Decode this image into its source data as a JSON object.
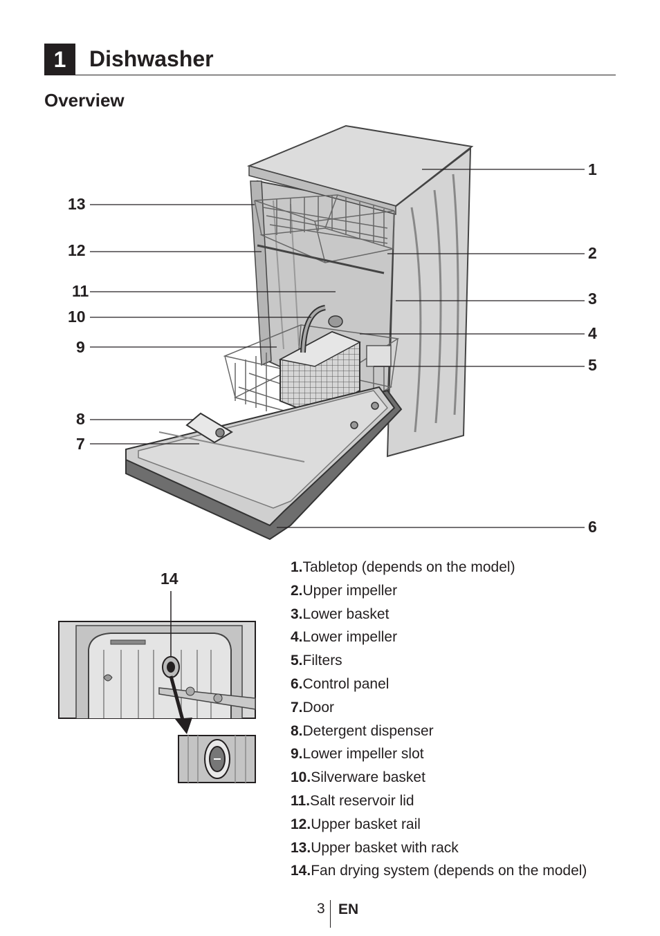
{
  "chapter": {
    "number": "1",
    "title": "Dishwasher"
  },
  "section": {
    "title": "Overview"
  },
  "callouts": [
    "1",
    "2",
    "3",
    "4",
    "5",
    "6",
    "7",
    "8",
    "9",
    "10",
    "11",
    "12",
    "13",
    "14"
  ],
  "legend": [
    {
      "num": "1.",
      "text": "Tabletop (depends on the model)"
    },
    {
      "num": "2.",
      "text": "Upper impeller"
    },
    {
      "num": "3.",
      "text": "Lower basket"
    },
    {
      "num": "4.",
      "text": "Lower impeller"
    },
    {
      "num": "5.",
      "text": "Filters"
    },
    {
      "num": "6.",
      "text": "Control panel"
    },
    {
      "num": "7.",
      "text": "Door"
    },
    {
      "num": "8.",
      "text": "Detergent dispenser"
    },
    {
      "num": "9.",
      "text": "Lower impeller slot"
    },
    {
      "num": "10.",
      "text": "Silverware basket"
    },
    {
      "num": "11.",
      "text": "Salt reservoir lid"
    },
    {
      "num": "12.",
      "text": "Upper basket rail"
    },
    {
      "num": "13.",
      "text": "Upper basket with rack"
    },
    {
      "num": "14.",
      "text": "Fan drying system (depends on the model)"
    }
  ],
  "footer": {
    "page": "3",
    "language": "EN"
  }
}
